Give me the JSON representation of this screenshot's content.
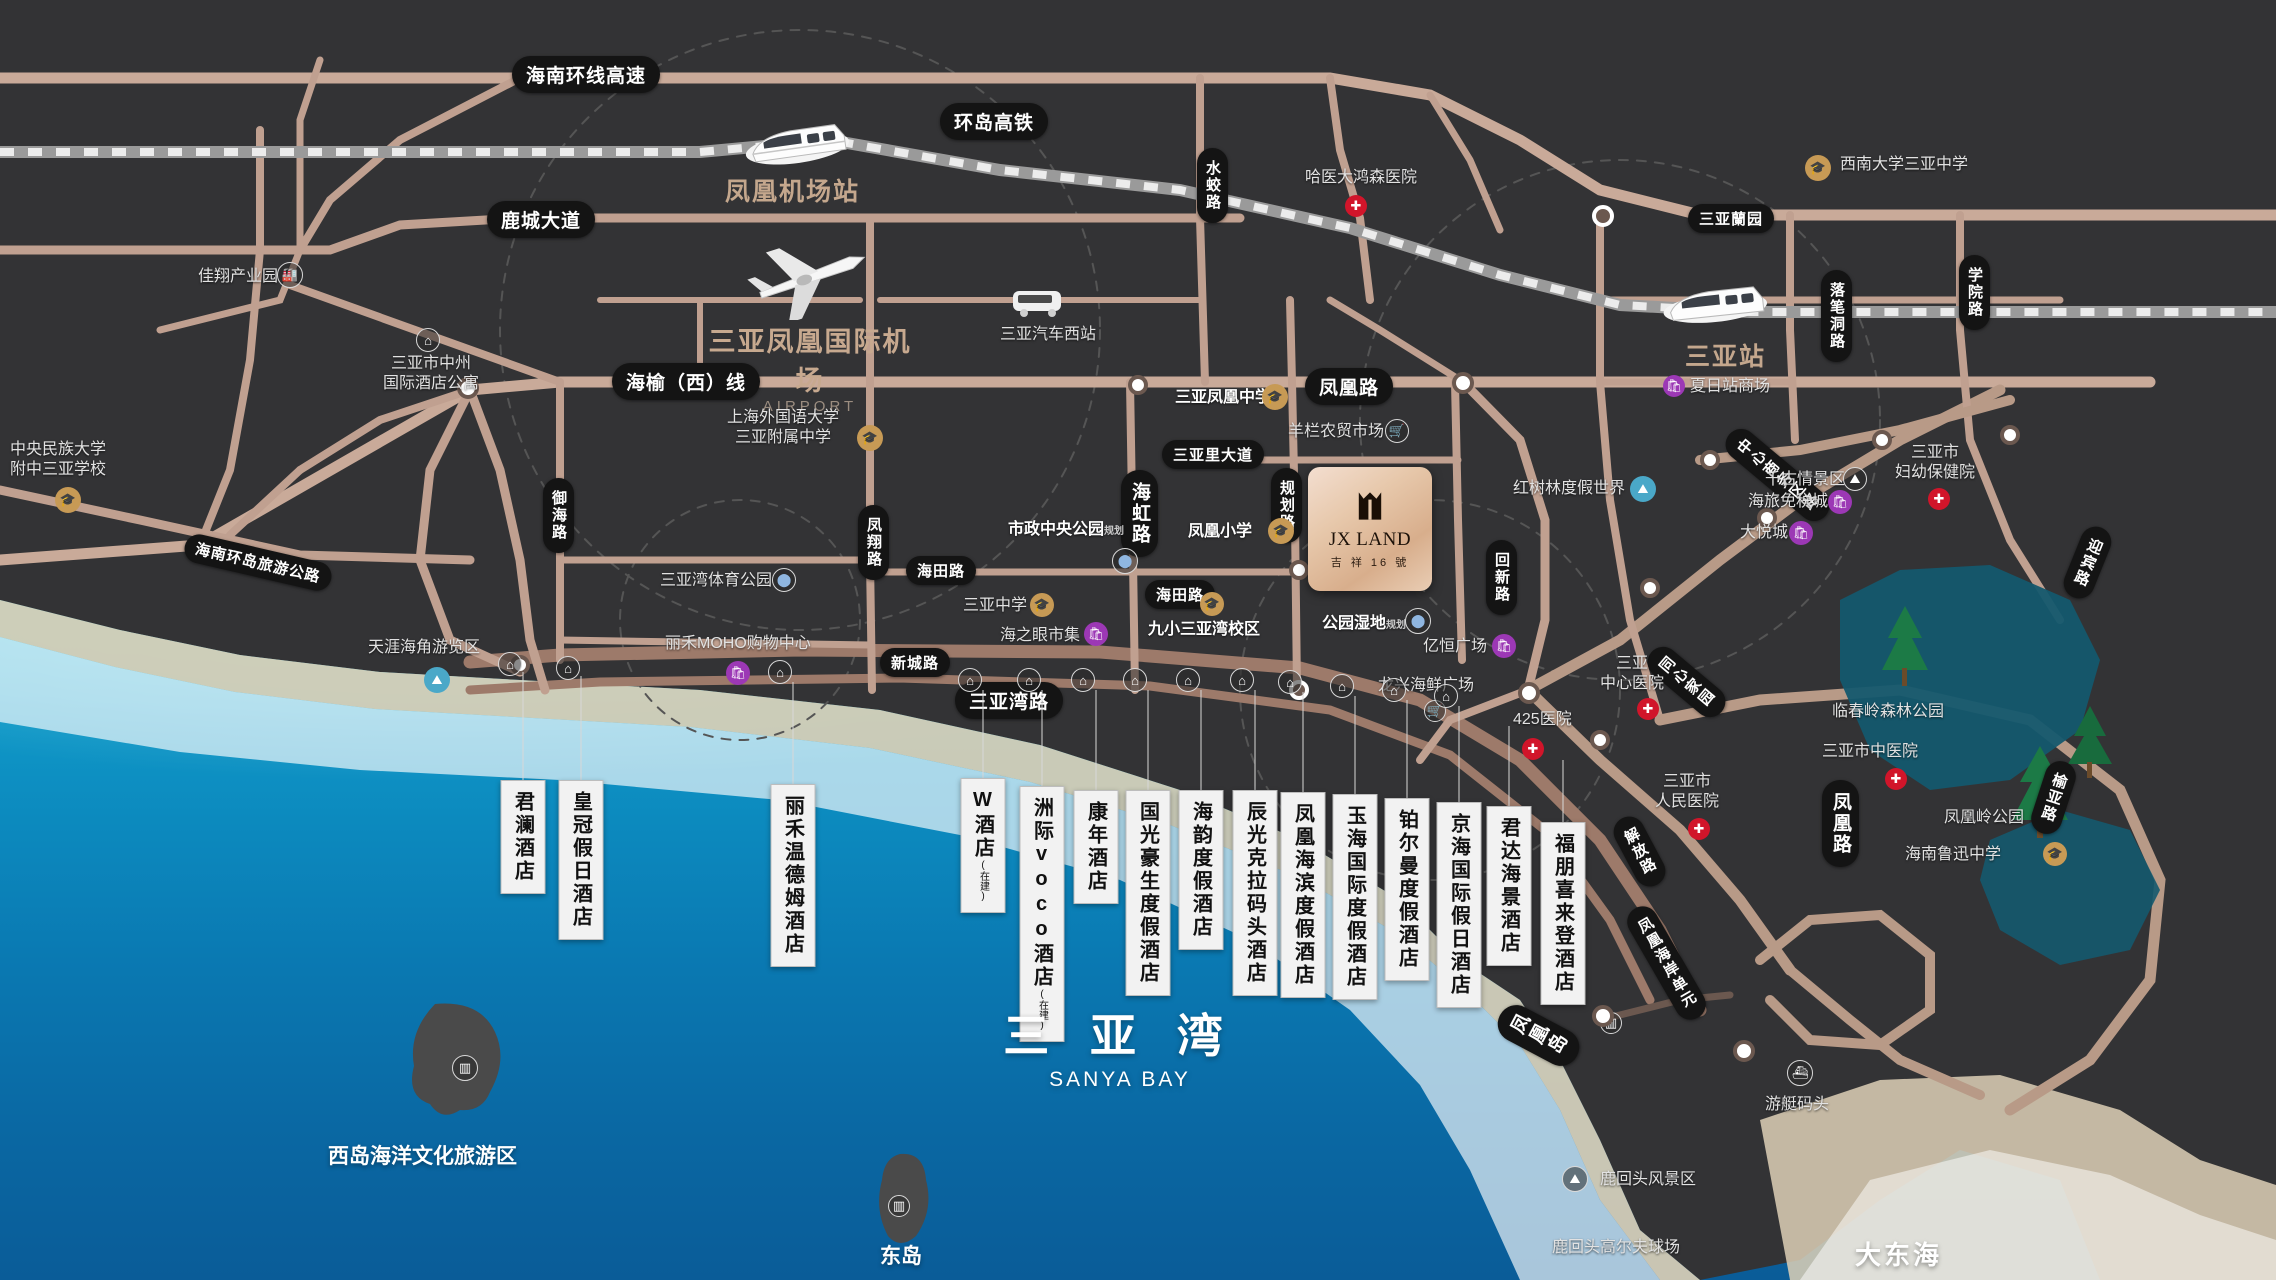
{
  "project": {
    "en_name": "JX LAND",
    "cn_name": "吉 祥 16 號",
    "logo_icon": "jx-land-mark"
  },
  "bay": {
    "cn": "三 亚 湾",
    "en": "SANYA BAY"
  },
  "airport": {
    "cn": "三亚凤凰国际机场",
    "en": "AIRPORT",
    "icon": "airplane-icon"
  },
  "stations": [
    {
      "name": "凤凰机场站",
      "icon": "train-icon"
    },
    {
      "name": "三亚站",
      "icon": "train-icon"
    }
  ],
  "road_labels": [
    {
      "name": "海南环线高速",
      "orientation": "h"
    },
    {
      "name": "环岛高铁",
      "orientation": "h"
    },
    {
      "name": "鹿城大道",
      "orientation": "h"
    },
    {
      "name": "海榆（西）线",
      "orientation": "h"
    },
    {
      "name": "水蛟路",
      "orientation": "v"
    },
    {
      "name": "海南环岛旅游公路",
      "orientation": "h"
    },
    {
      "name": "御海路",
      "orientation": "v"
    },
    {
      "name": "凤翔路",
      "orientation": "v"
    },
    {
      "name": "海田路",
      "orientation": "h"
    },
    {
      "name": "海田路",
      "orientation": "h"
    },
    {
      "name": "新城路",
      "orientation": "h"
    },
    {
      "name": "海虹路",
      "orientation": "v"
    },
    {
      "name": "三亚里大道",
      "orientation": "h"
    },
    {
      "name": "凤凰路",
      "orientation": "h"
    },
    {
      "name": "规划路",
      "orientation": "v"
    },
    {
      "name": "回新路",
      "orientation": "v"
    },
    {
      "name": "三亚湾路",
      "orientation": "h"
    },
    {
      "name": "三亚蘭园",
      "orientation": "h"
    },
    {
      "name": "落笔洞路",
      "orientation": "v"
    },
    {
      "name": "学院路",
      "orientation": "v"
    },
    {
      "name": "迎宾路",
      "orientation": "v"
    },
    {
      "name": "榆亚路",
      "orientation": "v"
    },
    {
      "name": "中心商务区路",
      "orientation": "v"
    },
    {
      "name": "同心家园",
      "orientation": "v"
    },
    {
      "name": "解放路",
      "orientation": "v"
    },
    {
      "name": "凤凰路",
      "orientation": "v"
    },
    {
      "name": "凤凰海岸单元",
      "orientation": "v"
    },
    {
      "name": "凤凰岛",
      "orientation": "v"
    }
  ],
  "pois": [
    {
      "name": "佳翔产业园",
      "icon": "factory-icon",
      "type": "industry"
    },
    {
      "name": "中央民族大学\n附中三亚学校",
      "icon": "school-icon",
      "type": "school"
    },
    {
      "name": "三亚市中州\n国际酒店公寓",
      "icon": "hotel-icon",
      "type": "hotel"
    },
    {
      "name": "哈医大鸿森医院",
      "icon": "hospital-icon",
      "type": "hospital"
    },
    {
      "name": "西南大学三亚中学",
      "icon": "school-icon",
      "type": "school"
    },
    {
      "name": "三亚汽车西站",
      "icon": "bus-icon",
      "type": "transit"
    },
    {
      "name": "上海外国语大学\n三亚附属中学",
      "icon": "school-icon",
      "type": "school"
    },
    {
      "name": "三亚凤凰中学",
      "icon": "school-icon",
      "type": "school"
    },
    {
      "name": "羊栏农贸市场",
      "icon": "market-icon",
      "type": "market"
    },
    {
      "name": "市政中央公园",
      "icon": "park-icon",
      "type": "park",
      "note": "规划"
    },
    {
      "name": "凤凰小学",
      "icon": "school-icon",
      "type": "school"
    },
    {
      "name": "三亚中学",
      "icon": "school-icon",
      "type": "school"
    },
    {
      "name": "海之眼市集",
      "icon": "shopping-icon",
      "type": "mall"
    },
    {
      "name": "九小三亚湾校区",
      "icon": "school-icon",
      "type": "school"
    },
    {
      "name": "三亚湾体育公园",
      "icon": "park-icon",
      "type": "park"
    },
    {
      "name": "丽禾MOHO购物中心",
      "icon": "shopping-icon",
      "type": "mall"
    },
    {
      "name": "天涯海角游览区",
      "icon": "scenic-icon",
      "type": "scenic"
    },
    {
      "name": "公园湿地",
      "icon": "park-icon",
      "type": "park",
      "note": "规划"
    },
    {
      "name": "亿恒广场",
      "icon": "shopping-icon",
      "type": "mall"
    },
    {
      "name": "红树林度假世界",
      "icon": "scenic-icon",
      "type": "scenic"
    },
    {
      "name": "龙兴海鲜广场",
      "icon": "market-icon",
      "type": "market"
    },
    {
      "name": "425医院",
      "icon": "hospital-icon",
      "type": "hospital"
    },
    {
      "name": "三亚\n中心医院",
      "icon": "hospital-icon",
      "type": "hospital"
    },
    {
      "name": "三亚市\n人民医院",
      "icon": "hospital-icon",
      "type": "hospital"
    },
    {
      "name": "三亚市\n妇幼保健院",
      "icon": "hospital-icon",
      "type": "hospital"
    },
    {
      "name": "三亚市中医院",
      "icon": "hospital-icon",
      "type": "hospital"
    },
    {
      "name": "千古情景区",
      "icon": "scenic-icon",
      "type": "scenic"
    },
    {
      "name": "海旅免税城",
      "icon": "shopping-icon",
      "type": "mall"
    },
    {
      "name": "大悦城",
      "icon": "shopping-icon",
      "type": "mall"
    },
    {
      "name": "夏日站商场",
      "icon": "shopping-icon",
      "type": "mall"
    },
    {
      "name": "临春岭森林公园",
      "icon": "park-icon",
      "type": "park"
    },
    {
      "name": "凤凰岭公园",
      "icon": "park-icon",
      "type": "park"
    },
    {
      "name": "海南鲁迅中学",
      "icon": "school-icon",
      "type": "school"
    },
    {
      "name": "游艇码头",
      "icon": "yacht-icon",
      "type": "transit"
    },
    {
      "name": "鹿回头风景区",
      "icon": "scenic-icon",
      "type": "scenic"
    },
    {
      "name": "鹿回头高尔夫球场",
      "icon": "golf-icon",
      "type": "scenic"
    }
  ],
  "hotels": [
    {
      "name": "君澜酒店",
      "note": ""
    },
    {
      "name": "皇冠假日酒店",
      "note": ""
    },
    {
      "name": "丽禾温德姆酒店",
      "note": ""
    },
    {
      "name": "W酒店",
      "note": "(在建)"
    },
    {
      "name": "洲际voco酒店",
      "note": "(在建)"
    },
    {
      "name": "康年酒店",
      "note": ""
    },
    {
      "name": "国光豪生度假酒店",
      "note": ""
    },
    {
      "name": "海韵度假酒店",
      "note": ""
    },
    {
      "name": "辰光克拉码头酒店",
      "note": ""
    },
    {
      "name": "凤凰海滨度假酒店",
      "note": ""
    },
    {
      "name": "玉海国际度假酒店",
      "note": ""
    },
    {
      "name": "铂尔曼度假酒店",
      "note": ""
    },
    {
      "name": "京海国际假日酒店",
      "note": ""
    },
    {
      "name": "君达海景酒店",
      "note": ""
    },
    {
      "name": "福朋喜来登酒店",
      "note": ""
    }
  ],
  "water_captions": [
    {
      "name": "西岛海洋文化旅游区"
    },
    {
      "name": "东岛"
    },
    {
      "name": "大东海"
    }
  ],
  "colors": {
    "background": "#333335",
    "road": "#c0a090",
    "ocean_shallow": "#15b8d8",
    "ocean_deep": "#0a5c98",
    "label_bg": "#141414",
    "project_gold": "#e7c8ab",
    "hospital_red": "#d1152a",
    "mall_purple": "#9c38b5",
    "school_gold": "#c79a55"
  }
}
